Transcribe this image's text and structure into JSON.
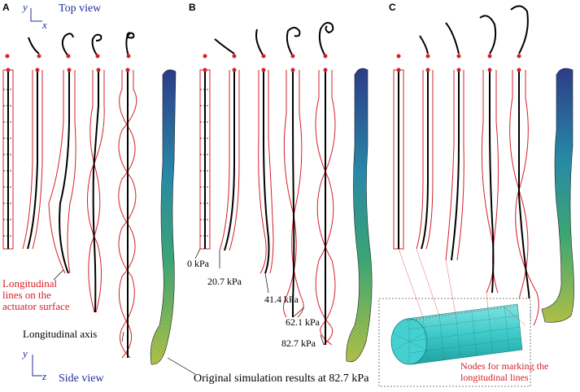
{
  "panels": {
    "a": "A",
    "b": "B",
    "c": "C"
  },
  "axes": {
    "top_y": "y",
    "top_x": "x",
    "top_view": "Top view",
    "side_y": "y",
    "side_z": "z",
    "side_view": "Side view"
  },
  "labels": {
    "longitudinal_lines": [
      "Longitudinal",
      "lines on the",
      "actuator surface"
    ],
    "longitudinal_axis": "Longitudinal axis",
    "original_sim": "Original simulation results at 82.7 kPa",
    "nodes": [
      "Nodes for marking the",
      "longitudinal lines"
    ]
  },
  "pressures": [
    "0 kPa",
    "20.7 kPa",
    "41.4 kPa",
    "62.1 kPa",
    "82.7 kPa"
  ],
  "colors": {
    "axis_line": "#000000",
    "surface_line": "#d4202a",
    "node": "#d4202a",
    "label_blue": "#1f2d9c",
    "mesh": "#3ec9c9"
  }
}
